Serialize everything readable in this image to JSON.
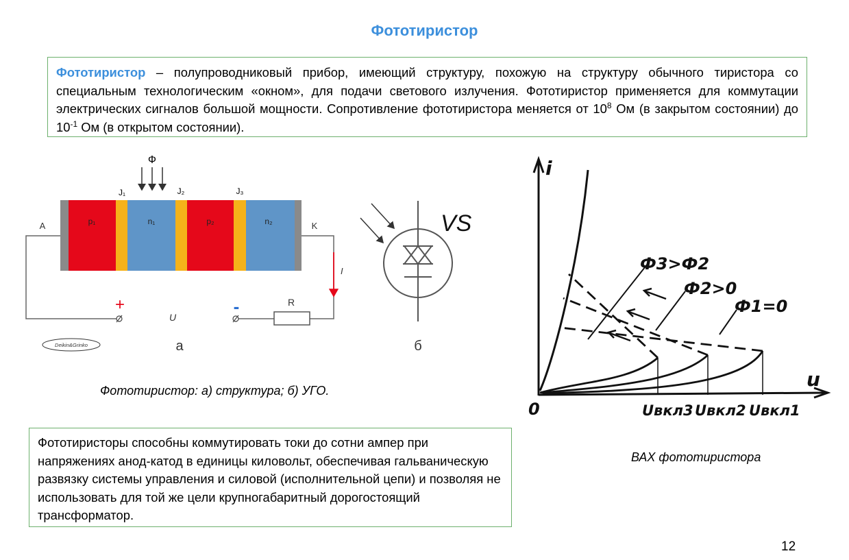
{
  "title": "Фототиристор",
  "definition": {
    "term": "Фототиристор",
    "text_a": " – полупроводниковый прибор, имеющий структуру, похожую на структуру обычного тиристора со специальным технологическим «окном», для подачи светового излучения.  Фототиристор применяется для коммутации электрических сигналов большой мощности. Сопротивление фототиристора меняется от 10",
    "exp1": "8",
    "text_b": " Ом (в закрытом состоянии) до 10",
    "exp2": "-1",
    "text_c": " Ом (в открытом состоянии)."
  },
  "structure": {
    "flux": "Ф",
    "junctions": [
      "J₁",
      "J₂",
      "J₃"
    ],
    "layers": [
      "p₁",
      "n₁",
      "p₂",
      "n₂"
    ],
    "anode": "A",
    "cathode": "K",
    "current": "I",
    "plus": "+",
    "minus": "-",
    "voltage": "U",
    "resistor": "R",
    "logo": "Deikin&Grinko",
    "label_a": "а"
  },
  "symbol": {
    "label": "VS",
    "label_b": "б"
  },
  "caption_left": "Фототиристор: а) структура; б) УГО.",
  "vax": {
    "axis_i": "i",
    "axis_u": "u",
    "origin": "0",
    "curve_labels": [
      "Ф3>Ф2",
      "Ф2>0",
      "Ф1=0"
    ],
    "voltages": [
      "Uвкл3",
      "Uвкл2",
      "Uвкл1"
    ],
    "caption": "ВАХ фототиристора"
  },
  "bottom_text": "Фототиристоры способны коммутировать токи до сотни ампер при напряжениях анод-катод в единицы киловольт, обеспечивая гальваническую развязку системы управления и силовой (исполнительной цепи) и позволяя не использовать для той же цели крупногабаритный дорогостоящий трансформатор.",
  "page_number": "12",
  "colors": {
    "accent": "#3c8fdc",
    "border": "#6cb06c",
    "p_layer": "#e5081a",
    "n_layer": "#5f95c8",
    "junction": "#f5b21a",
    "current_arrow": "#e5081a"
  }
}
